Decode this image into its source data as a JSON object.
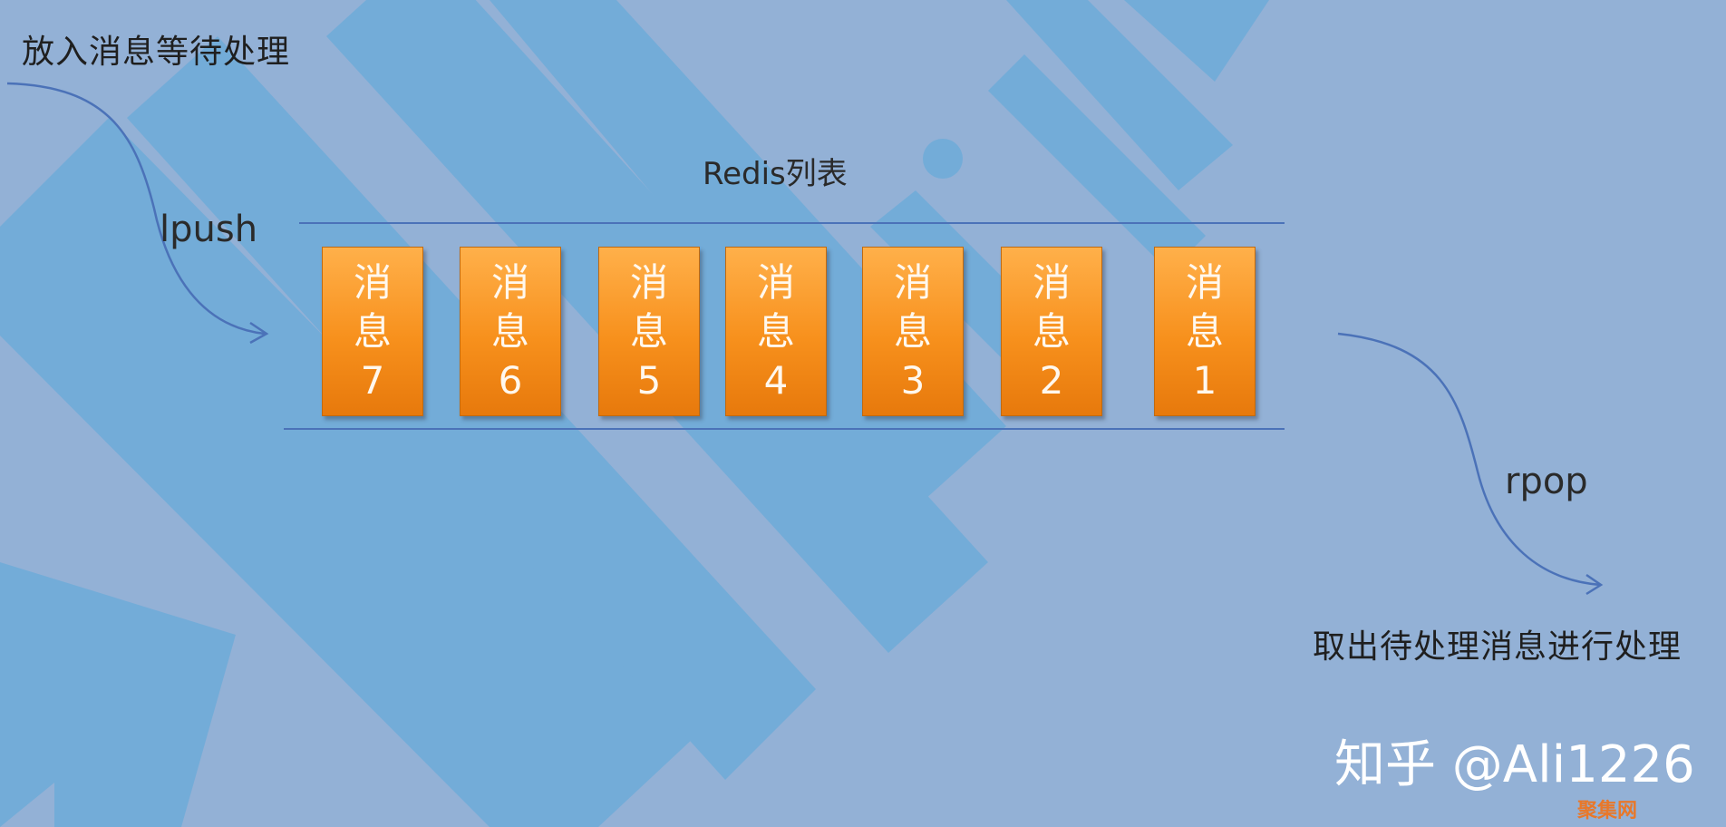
{
  "title": "Redis列表",
  "push_caption": "放入消息等待处理",
  "pop_caption": "取出待处理消息进行处理",
  "push_command": "lpush",
  "pop_command": "rpop",
  "messages": [
    {
      "line1": "消",
      "line2": "息",
      "number": "7"
    },
    {
      "line1": "消",
      "line2": "息",
      "number": "6"
    },
    {
      "line1": "消",
      "line2": "息",
      "number": "5"
    },
    {
      "line1": "消",
      "line2": "息",
      "number": "4"
    },
    {
      "line1": "消",
      "line2": "息",
      "number": "3"
    },
    {
      "line1": "消",
      "line2": "息",
      "number": "2"
    },
    {
      "line1": "消",
      "line2": "息",
      "number": "1"
    }
  ],
  "watermark": "知乎 @Ali1226",
  "site_mark": "聚集网",
  "colors": {
    "background": "#93b1d6",
    "box_fill": "#f7901c",
    "rail": "#4b72b8",
    "arrow": "#4b72b8",
    "logo_shape": "#5aa8da"
  }
}
